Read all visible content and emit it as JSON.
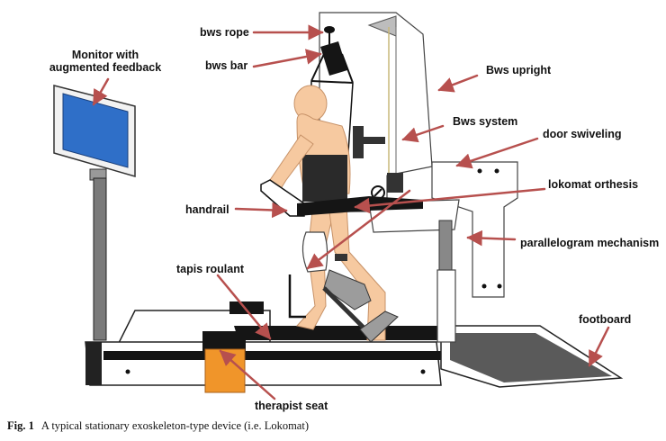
{
  "labels": {
    "monitor_line1": "Monitor with",
    "monitor_line2": "augmented feedback",
    "bws_rope": "bws rope",
    "bws_bar": "bws bar",
    "bws_upright": "Bws upright",
    "bws_system": "Bws system",
    "door_swiveling": "door swiveling",
    "lokomat_orthesis": "lokomat orthesis",
    "handrail": "handrail",
    "parallelogram": "parallelogram mechanism",
    "tapis_roulant": "tapis roulant",
    "footboard": "footboard",
    "therapist_seat": "therapist seat"
  },
  "caption": {
    "fig_label": "Fig. 1",
    "text": "A typical stationary exoskeleton-type device (i.e. Lokomat)"
  },
  "colors": {
    "arrow": "#b7504e",
    "skin": "#f6c9a0",
    "screen": "#2f6fc8",
    "seat": "#f0952a",
    "frame": "#111111"
  }
}
